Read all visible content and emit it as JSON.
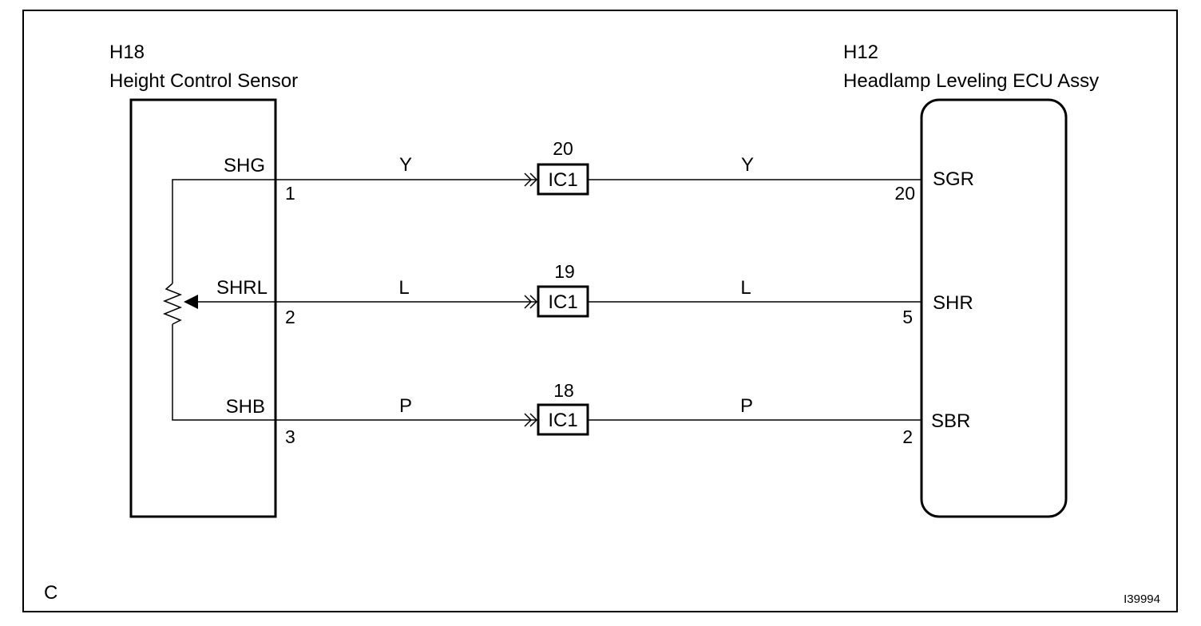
{
  "page": {
    "section_letter": "C",
    "figure_id": "I39994"
  },
  "left_component": {
    "code": "H18",
    "name": "Height Control Sensor",
    "terminals": [
      {
        "name": "SHG",
        "pin": "1"
      },
      {
        "name": "SHRL",
        "pin": "2"
      },
      {
        "name": "SHB",
        "pin": "3"
      }
    ]
  },
  "right_component": {
    "code": "H12",
    "name": "Headlamp Leveling ECU Assy",
    "terminals": [
      {
        "name": "SGR",
        "pin": "20"
      },
      {
        "name": "SHR",
        "pin": "5"
      },
      {
        "name": "SBR",
        "pin": "2"
      }
    ]
  },
  "connectors": [
    {
      "label": "IC1",
      "pin": "20"
    },
    {
      "label": "IC1",
      "pin": "19"
    },
    {
      "label": "IC1",
      "pin": "18"
    }
  ],
  "wires": [
    {
      "left_color": "Y",
      "right_color": "Y"
    },
    {
      "left_color": "L",
      "right_color": "L"
    },
    {
      "left_color": "P",
      "right_color": "P"
    }
  ]
}
